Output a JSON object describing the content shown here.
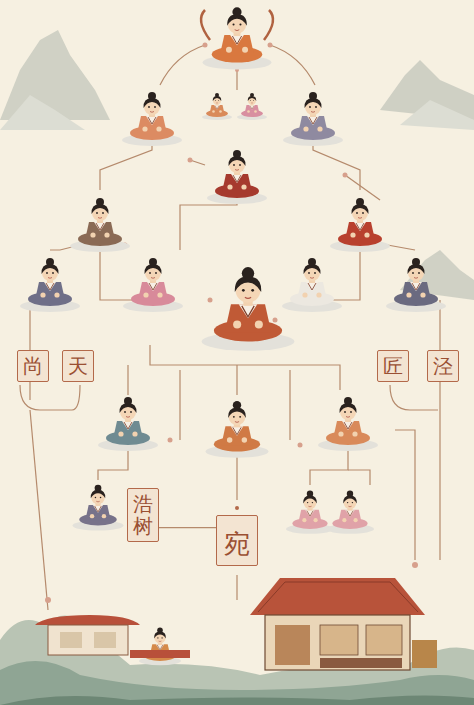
{
  "diagram": {
    "nodes": [
      {
        "text": [
          "尚"
        ]
      },
      {
        "text": [
          "天"
        ]
      },
      {
        "text": [
          "匠"
        ]
      },
      {
        "text": [
          "泾"
        ]
      },
      {
        "text": [
          "浩树"
        ]
      },
      {
        "text": [
          "宛"
        ]
      }
    ],
    "edges": [
      {
        "from": 4,
        "to": 5,
        "arrow": "none"
      }
    ]
  }
}
